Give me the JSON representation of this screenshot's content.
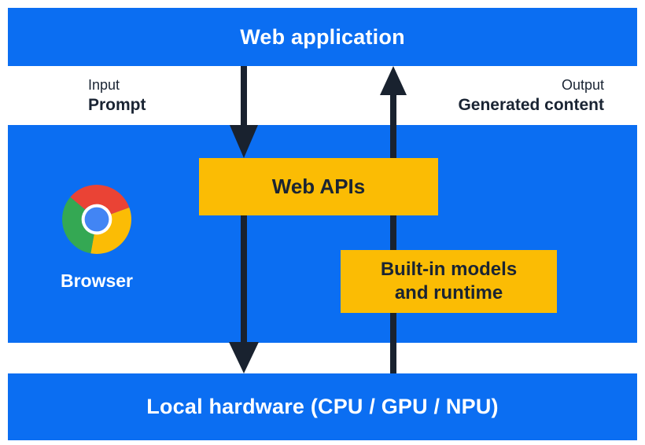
{
  "palette": {
    "band_blue": "#0B6EF2",
    "box_yellow": "#FBBC04",
    "ink_dark": "#19222F",
    "text_on_blue": "#FFFFFF",
    "chrome_red": "#EA4335",
    "chrome_yellow": "#FBBC05",
    "chrome_green": "#34A853",
    "chrome_blue": "#4285F4"
  },
  "web_application_bar": {
    "label": "Web application"
  },
  "io_row": {
    "input": {
      "caption": "Input",
      "value": "Prompt"
    },
    "output": {
      "caption": "Output",
      "value": "Generated content"
    }
  },
  "browser_section": {
    "icon": "chrome-icon",
    "browser_label": "Browser",
    "web_apis_box": {
      "label": "Web APIs"
    },
    "builtin_box": {
      "line1": "Built-in models",
      "line2": "and runtime"
    }
  },
  "local_hardware_bar": {
    "label": "Local hardware (CPU / GPU / NPU)"
  },
  "arrows": {
    "down": "prompt-flow-from-web-application-to-local-hardware",
    "up": "generated-content-flow-from-local-hardware-to-web-application"
  }
}
